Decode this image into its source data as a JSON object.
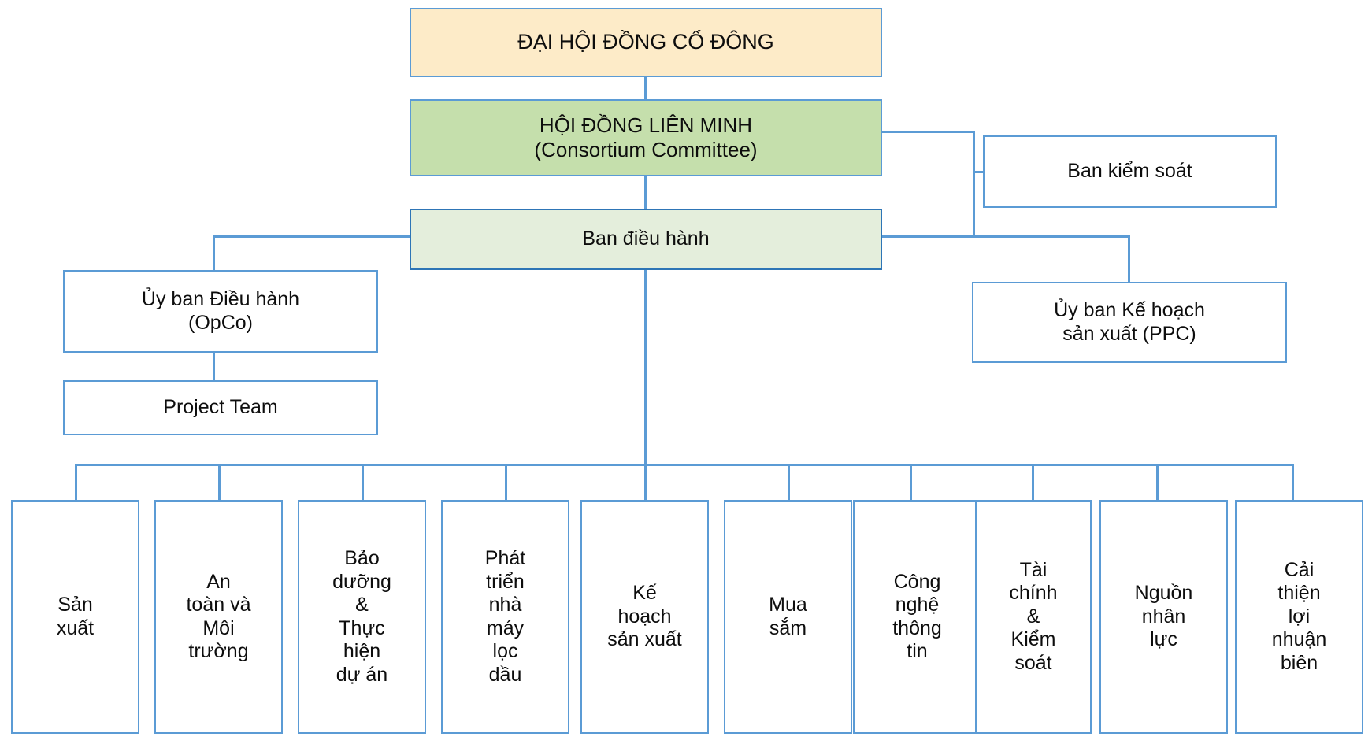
{
  "diagram": {
    "title": "So do to chuc",
    "colors": {
      "border": "#2E75B6",
      "connector": "#5B9BD5",
      "shareholders_fill": "#FDEBC8",
      "consortium_fill": "#C5DFAC",
      "executive_fill": "#E4EEDC",
      "node_fill": "#FFFFFF",
      "text": "#0D0D0D"
    },
    "nodes": {
      "shareholders": {
        "lines": [
          "ĐẠI HỘI ĐỒNG CỔ ĐÔNG"
        ]
      },
      "consortium": {
        "lines": [
          "HỘI ĐỒNG LIÊN MINH",
          "(Consortium Committee)"
        ]
      },
      "executive": {
        "lines": [
          "Ban điều hành"
        ]
      },
      "supervisory": {
        "lines": [
          "Ban kiểm soát"
        ]
      },
      "opco": {
        "lines": [
          "Ủy ban Điều hành",
          "(OpCo)"
        ]
      },
      "project_team": {
        "lines": [
          "Project Team"
        ]
      },
      "ppc": {
        "lines": [
          "Ủy ban Kế hoạch",
          "sản xuất (PPC)"
        ]
      }
    },
    "departments": [
      {
        "id": "san-xuat",
        "lines": [
          "Sản",
          "xuất"
        ]
      },
      {
        "id": "an-toan-moi-truong",
        "lines": [
          "An",
          "toàn và",
          "Môi",
          "trường"
        ]
      },
      {
        "id": "bao-duong-du-an",
        "lines": [
          "Bảo",
          "dưỡng",
          "&",
          "Thực",
          "hiện",
          "dự án"
        ]
      },
      {
        "id": "phat-trien-nha-may",
        "lines": [
          "Phát",
          "triển",
          "nhà",
          "máy",
          "lọc",
          "dầu"
        ]
      },
      {
        "id": "ke-hoach-san-xuat",
        "lines": [
          "Kế",
          "hoạch",
          "sản xuất"
        ]
      },
      {
        "id": "mua-sam",
        "lines": [
          "Mua",
          "sắm"
        ]
      },
      {
        "id": "cong-nghe-thong-tin",
        "lines": [
          "Công",
          "nghệ",
          "thông",
          "tin"
        ]
      },
      {
        "id": "tai-chinh-kiem-soat",
        "lines": [
          "Tài",
          "chính",
          "&",
          "Kiểm",
          "soát"
        ]
      },
      {
        "id": "nguon-nhan-luc",
        "lines": [
          "Nguồn",
          "nhân",
          "lực"
        ]
      },
      {
        "id": "cai-thien-loi-nhuan",
        "lines": [
          "Cải",
          "thiện",
          "lợi",
          "nhuận",
          "biên"
        ]
      }
    ]
  }
}
